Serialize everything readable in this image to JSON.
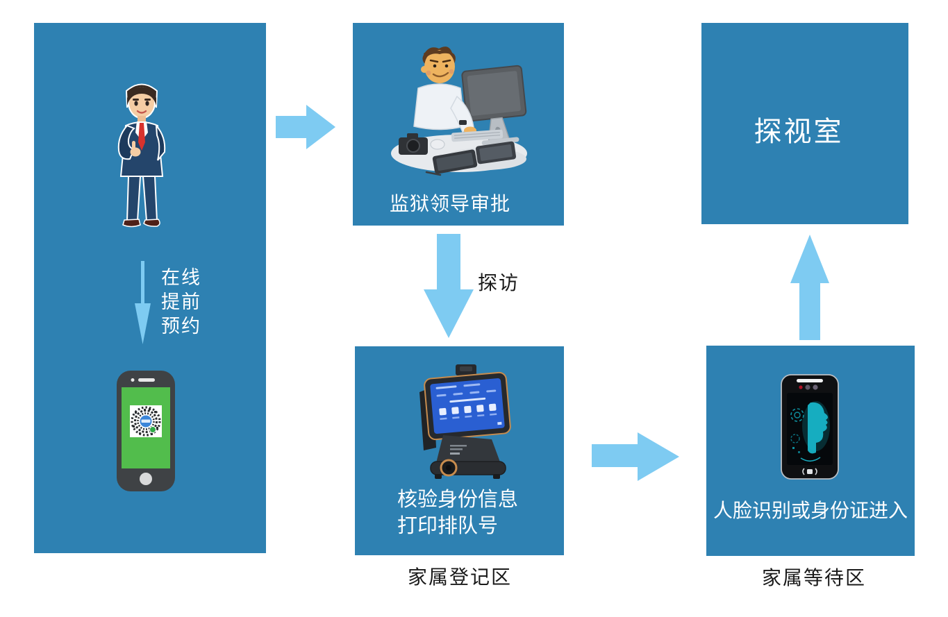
{
  "colors": {
    "background": "#ffffff",
    "box_fill": "#2e81b2",
    "arrow_fill": "#7ecbf2",
    "box_text": "#ffffff",
    "label_text": "#1a1a1a"
  },
  "flow": {
    "applicant": {
      "icon": "businessman-illustration",
      "note_lines": [
        "在线",
        "提前",
        "预约"
      ],
      "note_arrow_icon": "small-down-arrow-icon",
      "phone_icon": "phone-qr-code-illustration"
    },
    "approval": {
      "icon": "officer-at-computer-illustration",
      "label": "监狱领导审批"
    },
    "visit_arrow_label": "探访",
    "registration": {
      "icon": "checkin-kiosk-illustration",
      "label_lines": [
        "核验身份信息",
        "打印排队号"
      ],
      "area_label": "家属登记区"
    },
    "entry": {
      "icon": "face-recognition-device-illustration",
      "label": "人脸识别或身份证进入",
      "area_label": "家属等待区"
    },
    "visit_room": {
      "label": "探视室"
    },
    "connector_icons": [
      "right-arrow-icon",
      "down-arrow-icon",
      "right-arrow-icon",
      "up-arrow-icon"
    ]
  }
}
